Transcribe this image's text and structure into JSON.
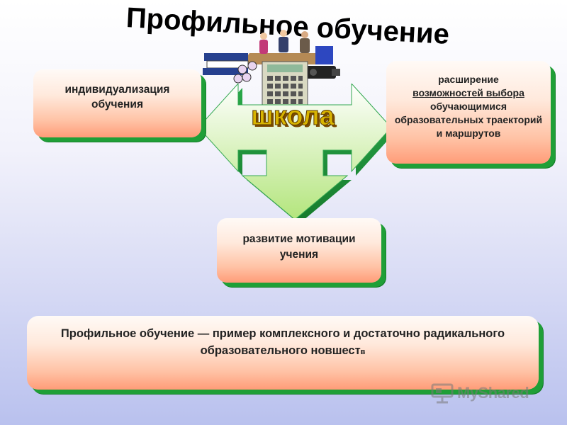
{
  "title": "Профильное обучение",
  "center_label": "школа",
  "boxes": {
    "left": "индивидуализация обучения",
    "right": {
      "line1": "расширение",
      "line2": "возможностей выбора",
      "line3": "обучающимися образовательных траекторий и маршрутов"
    },
    "center": "развитие мотивации учения",
    "bottom": {
      "main": "Профильное обучение — пример комплексного и достаточно радикального образовательного новшест",
      "tail": "в"
    }
  },
  "watermark": "MyShared",
  "colors": {
    "box_top": "#fffaf6",
    "box_bottom": "#ff9c78",
    "box_shadow": "#1f9f37",
    "arrow_fill": "#c8f0a4",
    "arrow_stroke": "#1f9f37",
    "school_text": "#c8a400",
    "background_bottom": "#b9c1ee"
  }
}
